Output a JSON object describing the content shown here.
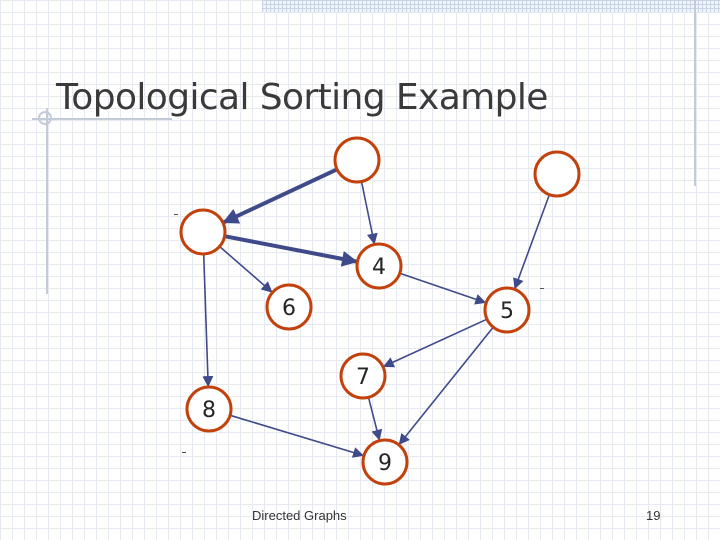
{
  "slide": {
    "title": "Topological Sorting Example",
    "footer_label": "Directed Graphs",
    "page_number": "19"
  },
  "graph": {
    "node_color": "#c2410c",
    "edge_color": "#3f4a8a",
    "nodes": [
      {
        "id": "n1",
        "label": ""
      },
      {
        "id": "n2",
        "label": ""
      },
      {
        "id": "n3",
        "label": ""
      },
      {
        "id": "n4",
        "label": "4"
      },
      {
        "id": "n5",
        "label": "5"
      },
      {
        "id": "n6",
        "label": "6"
      },
      {
        "id": "n7",
        "label": "7"
      },
      {
        "id": "n8",
        "label": "8"
      },
      {
        "id": "n9",
        "label": "9"
      }
    ],
    "edges": [
      {
        "from": "n1",
        "to": "n3",
        "emphasis": true
      },
      {
        "from": "n1",
        "to": "n4",
        "emphasis": false
      },
      {
        "from": "n2",
        "to": "n5",
        "emphasis": false
      },
      {
        "from": "n3",
        "to": "n4",
        "emphasis": true
      },
      {
        "from": "n3",
        "to": "n6",
        "emphasis": false
      },
      {
        "from": "n3",
        "to": "n8",
        "emphasis": false
      },
      {
        "from": "n4",
        "to": "n5",
        "emphasis": false
      },
      {
        "from": "n5",
        "to": "n7",
        "emphasis": false
      },
      {
        "from": "n5",
        "to": "n9",
        "emphasis": false
      },
      {
        "from": "n7",
        "to": "n9",
        "emphasis": false
      },
      {
        "from": "n8",
        "to": "n9",
        "emphasis": false
      }
    ]
  }
}
